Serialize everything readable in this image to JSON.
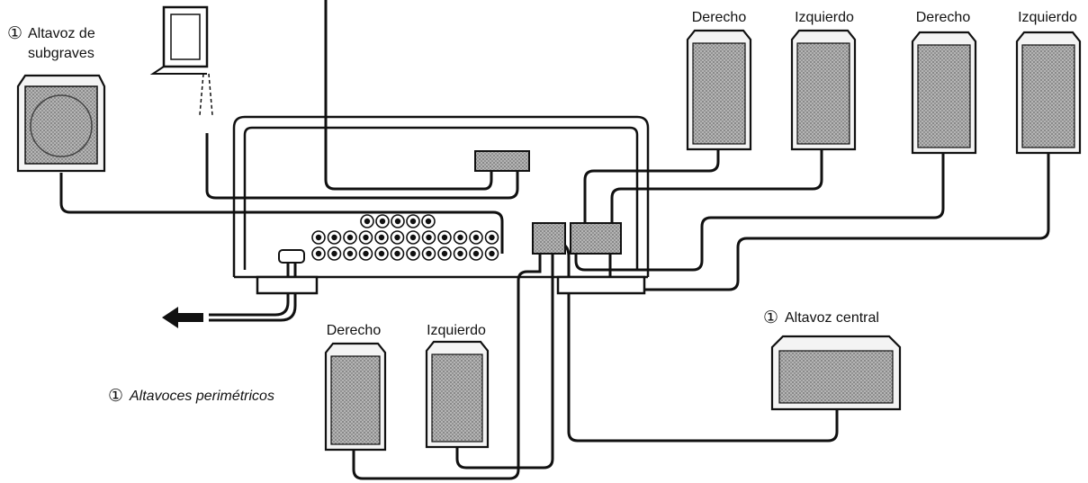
{
  "colors": {
    "line": "#111111",
    "grille": "#9a9a9a",
    "background": "#ffffff"
  },
  "labels": {
    "subwoofer_line1": "Altavoz de",
    "subwoofer_line2": "subgraves",
    "front_a_right": "Derecho",
    "front_a_left": "Izquierdo",
    "front_b_right": "Derecho",
    "front_b_left": "Izquierdo",
    "surround_right": "Derecho",
    "surround_left": "Izquierdo",
    "surround_title": "Altavoces perimétricos",
    "center_title": "Altavoz central",
    "circled_number": "①"
  },
  "icons": [
    "loop-antenna-icon",
    "fm-antenna-wire-icon",
    "power-cord-arrow-icon"
  ]
}
